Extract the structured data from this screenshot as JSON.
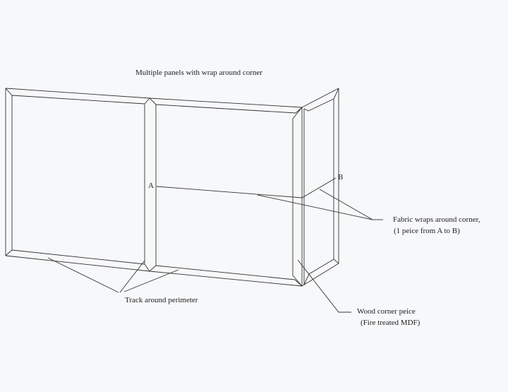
{
  "title": "Multiple panels with wrap around corner",
  "points": {
    "a": "A",
    "b": "B"
  },
  "callouts": {
    "fabric_line1": "Fabric wraps around corner,",
    "fabric_line2": "(1 peice from A to B)",
    "track": "Track around perimeter",
    "wood_line1": "Wood corner peice",
    "wood_line2": "(Fire treated MDF)"
  },
  "colors": {
    "line": "#333333",
    "paper": "#f7f8fa"
  }
}
